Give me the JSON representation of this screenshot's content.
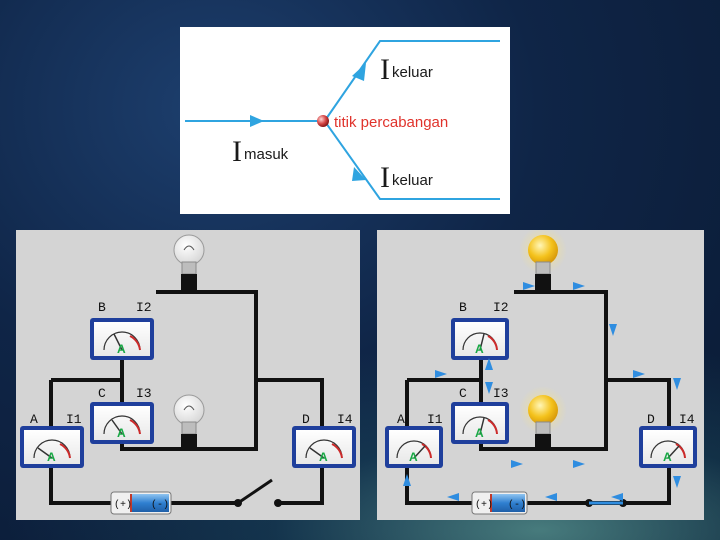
{
  "junction": {
    "i_symbol": "I",
    "incoming_label": "masuk",
    "outgoing_label": "keluar",
    "node_label": "titik percabangan",
    "line_color": "#2fa4e0",
    "text_color": "#e0332c"
  },
  "circuit_left": {
    "state": "off",
    "points": {
      "a": "A",
      "b": "B",
      "c": "C",
      "d": "D"
    },
    "currents": {
      "i1": "I1",
      "i2": "I2",
      "i3": "I3",
      "i4": "I4"
    },
    "meter_symbol": "A",
    "battery": {
      "plus": "(+)",
      "minus": "(-)"
    },
    "switch": "open"
  },
  "circuit_right": {
    "state": "on",
    "points": {
      "a": "A",
      "b": "B",
      "c": "C",
      "d": "D"
    },
    "currents": {
      "i1": "I1",
      "i2": "I2",
      "i3": "I3",
      "i4": "I4"
    },
    "meter_symbol": "A",
    "battery": {
      "plus": "(+)",
      "minus": "(-)"
    },
    "switch": "closed",
    "arrow_color": "#2f8de0"
  },
  "colors": {
    "meter_frame": "#1f3f9c",
    "bulb_lit": "#f4c21c",
    "bulb_off": "#f2f2f2",
    "wire": "#111111"
  }
}
